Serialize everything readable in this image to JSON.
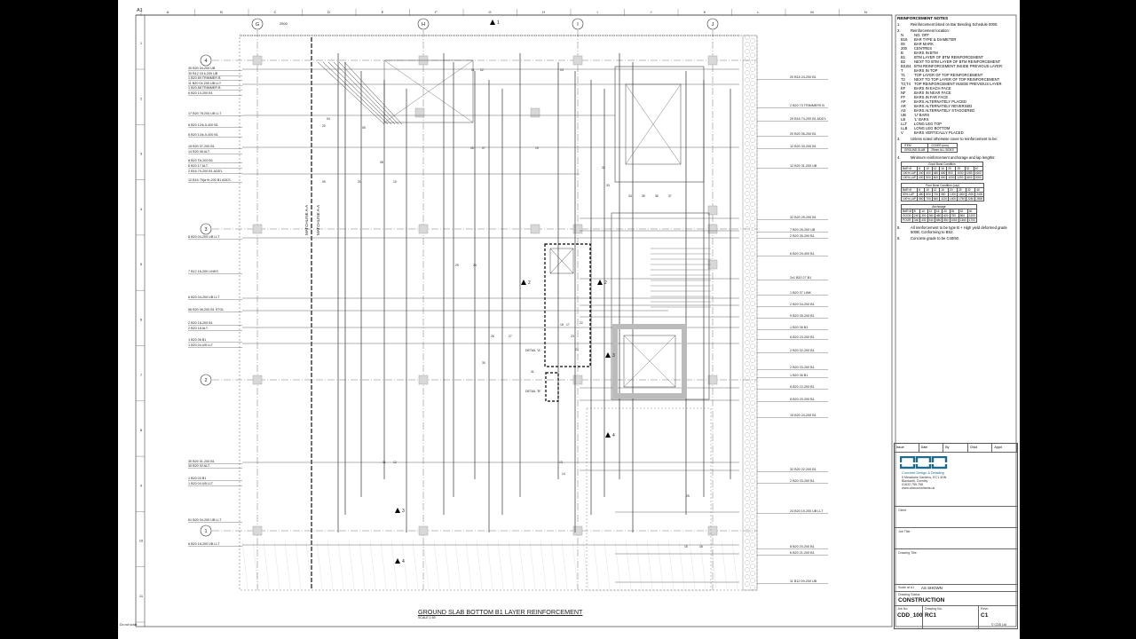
{
  "drawing": {
    "title": "GROUND SLAB BOTTOM B1 LAYER REINFORCEMENT",
    "scale": "SCALE 1:50",
    "footer_left": "Do not scale",
    "footer_right": "© CDD Ltd",
    "sheet_ref": "A1",
    "top_dim": "2500",
    "matchline_1": "MATCHLINE A-A",
    "matchline_2": "MATCHLINE A-A",
    "detail_1": "DETAIL \"A\"",
    "detail_2": "DETAIL \"B\"",
    "col_grid_letters": [
      "A",
      "B",
      "C",
      "D",
      "E",
      "F",
      "G",
      "H",
      "I",
      "J",
      "K",
      "L",
      "M",
      "N"
    ],
    "row_grid_numbers": [
      "1",
      "2",
      "3",
      "4",
      "5",
      "6",
      "7",
      "8",
      "9",
      "10",
      "11"
    ],
    "grid_bubbles_cols": [
      "G",
      "H",
      "I",
      "J"
    ],
    "grid_bubbles_rows": [
      "4",
      "3",
      "2",
      "1"
    ],
    "section_markers": [
      "2",
      "2",
      "3",
      "3",
      "4",
      "4",
      "1"
    ]
  },
  "left_labels": [
    "30 B20 04-200 UB",
    "30 B12 15 k-200 UB",
    "1 B20 89 TRIMMER B",
    "11 B20 04-200 UB LLT",
    "1 B20 88 TRIMMER B",
    "6 B20 10-200 B1",
    "17 B20 78-200 UB LLT",
    "6 B20 12/k-5-400 B1",
    "6 B20 13/k-5-400 B1",
    "15 B20 07-200 B1",
    "14 B20 08 ALT.",
    "8 B20 TA-200 B1",
    "6 B20 17 ALT.",
    "2 B16 70-200 B1 ADD'L",
    "12 B16 79(a+b-200 B1 ADD'L",
    "8 B20 04-200 UB LLT",
    "7 B12 16-200 LINKS",
    "6 B20 04-200 UB LLT",
    "56 B20 06-200 B1 STGL",
    "2 B20 16-200 B1",
    "2 B20 18 ALT.",
    "1 B20 06 B1",
    "1 B20 04 UB LLT",
    "30 B20 01-200 B1",
    "30 B20 02 ALT.",
    "1 B20 03 B1",
    "1 B20 04 UB LLT",
    "61 B20 04-200 UB LLT",
    "6 B20 16-200 UB LLT"
  ],
  "right_labels": [
    "20 B16 24-200 B1",
    "2 B20 73 TRIMMERS B",
    "20 B16 74-200 B1 ADD'L",
    "20 B20 06-200 B1",
    "12 B20 33-200 B1",
    "12 B20 31-200 UB",
    "32 B20 29-200 B1",
    "7 B20 26-200 UB",
    "2 B20 35-200 B1",
    "6 B20 29-400 B1",
    "2x1 B20 27 B1",
    "1 B20 37 LINK",
    "2 B20 34-200 B1",
    "9 B20 35-200 B1",
    "1 B20 36 B1",
    "6 B20 23-200 B1",
    "2 B20 32-200 B1",
    "2 B20 33-200 B1",
    "1 B20 36 B1",
    "8 B20 22-200 B1",
    "8 B20 20-200 B1",
    "15 B20 24-200 B1",
    "32 B20 22-200 B1",
    "2 B20 33-200 B1",
    "24 B20 19-200 UB LLT",
    "8 B20 20-200 B1",
    "6 B20 21-200 B1",
    "11 B12 09-200 UB"
  ],
  "bar_marks": [
    "01",
    "02",
    "03",
    "04",
    "05",
    "06",
    "07",
    "08",
    "09",
    "10",
    "11",
    "12",
    "13",
    "14",
    "15",
    "16",
    "17",
    "18",
    "19",
    "20",
    "21",
    "22",
    "23",
    "24",
    "25",
    "26",
    "27",
    "28",
    "29",
    "30",
    "31",
    "32",
    "33",
    "34",
    "35",
    "36",
    "37"
  ],
  "notes": {
    "heading": "REINFORCEMENT NOTES",
    "n1": "Reinforcement listed on Bar Bending Schedule 0000.",
    "n2": "Reinforcement location:",
    "legend": [
      [
        "N",
        "NO. OFF"
      ],
      [
        "B16",
        "BAR TYPE & DIAMETER"
      ],
      [
        "05",
        "BAR MARK"
      ],
      [
        "200",
        "CENTRES"
      ],
      [
        "B",
        "BARS IN BTM"
      ],
      [
        "B1",
        "BTM LAYER OF BTM REINFORCEMENT"
      ],
      [
        "B2",
        "NEXT TO BTM LAYER OF BTM REINFORCEMENT"
      ],
      [
        "B3,B4",
        "BTM REINFORCEMENT INSIDE PREVIOUS LAYER"
      ],
      [
        "T",
        "BARS IN TOP"
      ],
      [
        "T1",
        "TOP LAYER OF TOP REINFORCEMENT"
      ],
      [
        "T2",
        "NEXT TO TOP LAYER OF TOP REINFORCEMENT"
      ],
      [
        "T3,T4",
        "TOP REINFORCEMENT INSIDE PREVIOUS LAYER"
      ],
      [
        "EF",
        "BARS IN EACH FACE"
      ],
      [
        "NF",
        "BARS IN NEAR FACE"
      ],
      [
        "FF",
        "BARS IN FAR FACE"
      ],
      [
        "AP",
        "BARS ALTERNATELY PLACED"
      ],
      [
        "AR",
        "BARS ALTERNATELY REVERSED"
      ],
      [
        "AS",
        "BARS ALTERNATELY STAGGERED"
      ],
      [
        "UB",
        "'U' BARS"
      ],
      [
        "LB",
        "'L' BARS"
      ],
      [
        "LLT",
        "LONG LEG TOP"
      ],
      [
        "LLB",
        "LONG LEG BOTTOM"
      ],
      [
        "V",
        "BARS VERTICALLY PLACED"
      ]
    ],
    "n3": "Unless noted otherwise cover to reinforcement to be:",
    "cover_table": [
      [
        "ITEM",
        "COVER (mm)"
      ],
      [
        "GROUND SLAB",
        "25mm ALL SIDES"
      ]
    ],
    "n4": "Minimum reinforcement anchorage and lap lengths:",
    "lap_good": "Good Bond Condition",
    "lap_poor": "Poor Bond Condition (Lap)",
    "anchorage": "Anchorage",
    "bar_sizes": [
      "BAR Ø",
      "8",
      "10",
      "12",
      "16",
      "20",
      "25",
      "32",
      "40"
    ],
    "n5": "All reinforcement to be type B + High yield deformed grade 500B, Conforming to BS2.",
    "n6": "Concrete grade to be C40/50."
  },
  "title_block": {
    "rev_headers": [
      "Issue",
      "Date",
      "By",
      "Chkd",
      "Appd"
    ],
    "company_logo": "CDD",
    "company_name": "Concrete Design & Detailing",
    "company_address": "5 Meadows Gardens, EC1 4HN\nBlackwell, Dornley\n01632 755 768\nwww.cddconsultants.uk",
    "client_label": "Client",
    "job_title_label": "Job Title",
    "drawing_title_label": "Drawing Title",
    "scale_label": "Scale at A1",
    "scale_value": "AS SHOWN",
    "status_label": "Drawing Status",
    "status_value": "CONSTRUCTION",
    "job_no_label": "Job No.",
    "job_no_value": "CDD_100",
    "dwg_no_label": "Drawing No.",
    "dwg_no_value": "RC1",
    "rev_label": "Revn.",
    "rev_value": "C1"
  },
  "colors": {
    "line": "#222222",
    "grid": "#777777",
    "hatch": "#bbbbbb",
    "logo": "#1f6b8c",
    "detail": "#000000"
  }
}
